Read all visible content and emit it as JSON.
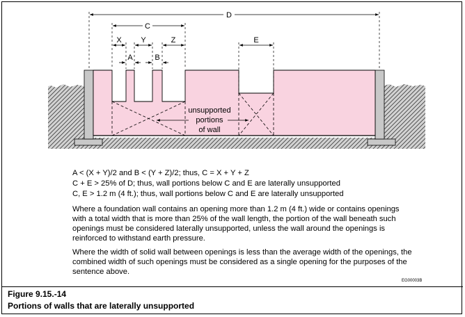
{
  "diagram": {
    "labels": {
      "c": "C",
      "d": "D",
      "x": "X",
      "y": "Y",
      "z": "Z",
      "a": "A",
      "b": "B",
      "e": "E",
      "unsupported": [
        "unsupported",
        "portions",
        "of wall"
      ]
    },
    "colors": {
      "wall": "#f9d3e0",
      "ground": "#cfcfcf",
      "footing": "#c8c8c8",
      "line": "#000000"
    }
  },
  "notes": {
    "line1": "A < (X + Y)/2 and B < (Y + Z)/2; thus, C = X + Y + Z",
    "line2": "C + E > 25% of D; thus, wall portions below C and E are laterally unsupported",
    "line3": "C, E > 1.2 m (4 ft.); thus, wall portions below C and E are laterally unsupported",
    "para1": "Where a foundation wall contains an opening more than 1.2 m (4 ft.) wide or contains openings with a total width that is more than 25% of the wall length, the portion of the wall beneath such openings must be considered laterally unsupported, unless the wall around the openings is reinforced to withstand earth pressure.",
    "para2": "Where the width of solid wall between openings is less than the average width of the openings, the combined width of such openings must be considered as a single opening for the purposes of the sentence above."
  },
  "image_code": "EG00003B",
  "caption": {
    "number": "Figure 9.15.-14",
    "title": "Portions of walls that are laterally unsupported"
  }
}
